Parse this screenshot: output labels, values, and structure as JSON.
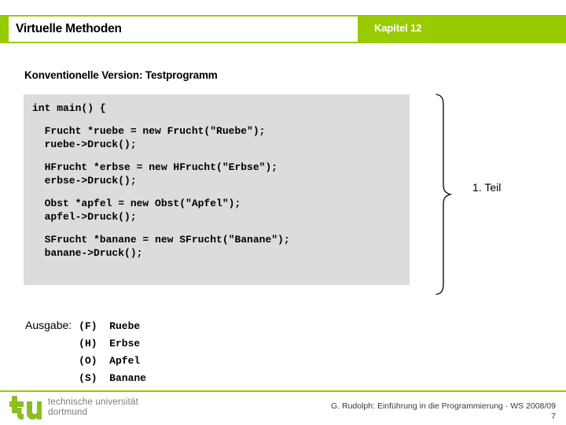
{
  "header": {
    "title": "Virtuelle Methoden",
    "chapter": "Kapitel 12",
    "bar_color": "#99cc00"
  },
  "slide": {
    "subtitle": "Konventionelle Version: Testprogramm",
    "code_bg": "#dcdcdc",
    "code_groups": [
      {
        "lines": [
          "int main() {"
        ]
      },
      {
        "lines": [
          "  Frucht *ruebe = new Frucht(\"Ruebe\");",
          "  ruebe->Druck();"
        ]
      },
      {
        "lines": [
          "  HFrucht *erbse = new HFrucht(\"Erbse\");",
          "  erbse->Druck();"
        ]
      },
      {
        "lines": [
          "  Obst *apfel = new Obst(\"Apfel\");",
          "  apfel->Druck();"
        ]
      },
      {
        "lines": [
          "  SFrucht *banane = new SFrucht(\"Banane\");",
          "  banane->Druck();"
        ]
      }
    ],
    "annotation": "1. Teil",
    "output_label": "Ausgabe:",
    "output_lines": [
      "(F)  Ruebe",
      "(H)  Erbse",
      "(O)  Apfel",
      "(S)  Banane"
    ]
  },
  "footer": {
    "logo_line1": "technische universität",
    "logo_line2": "dortmund",
    "credit": "G. Rudolph: Einführung in die Programmierung · WS 2008/09",
    "page": "7",
    "rule_color": "#99cc00"
  }
}
